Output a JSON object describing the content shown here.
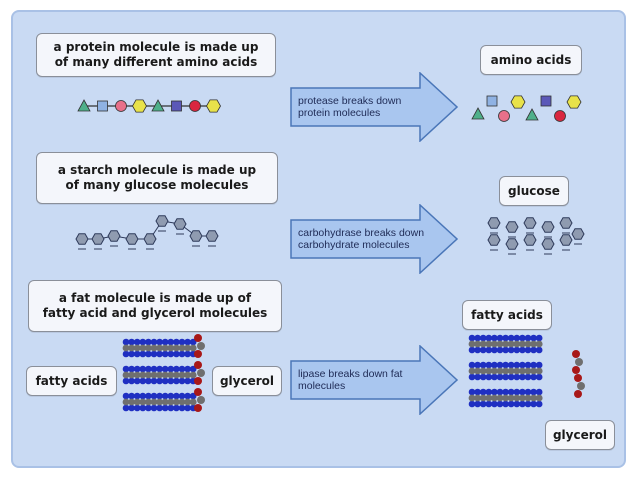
{
  "colors": {
    "panel": "#c9daf3",
    "label_bg": "#f4f6fb",
    "arrow_fill": "#a9c6ef",
    "arrow_stroke": "#4a76b8",
    "triangle": "#4fb08a",
    "square": "#8fb2e3",
    "circle_pink": "#e8708a",
    "hexagon_yellow": "#e8e24a",
    "square_purple": "#5b58b8",
    "circle_red": "#d9263f",
    "hexagon_glucose": "#8f9bb0",
    "fatty_blue": "#1f2fc2",
    "fatty_grey": "#6f6f6f",
    "glycerol_red": "#a81818"
  },
  "protein": {
    "description": "a protein molecule is made up\nof many different amino acids",
    "arrow_text": "protease breaks down\nprotein molecules",
    "product_label": "amino acids",
    "chain_icons": [
      "triangle-icon",
      "square-icon",
      "circle-pink-icon",
      "hexagon-yellow-icon",
      "triangle-icon",
      "square-purple-icon",
      "circle-red-icon",
      "hexagon-yellow-icon"
    ]
  },
  "starch": {
    "description": "a starch molecule is made up\nof many glucose molecules",
    "arrow_text": "carbohydrase breaks down\ncarbohydrate molecules",
    "product_label": "glucose"
  },
  "fat": {
    "description": "a fat molecule is made up of\nfatty acid and glycerol molecules",
    "arrow_text": "lipase breaks down fat\nmolecules",
    "left_fatty_acids_label": "fatty acids",
    "left_glycerol_label": "glycerol",
    "product_fatty_acids_label": "fatty acids",
    "product_glycerol_label": "glycerol"
  }
}
